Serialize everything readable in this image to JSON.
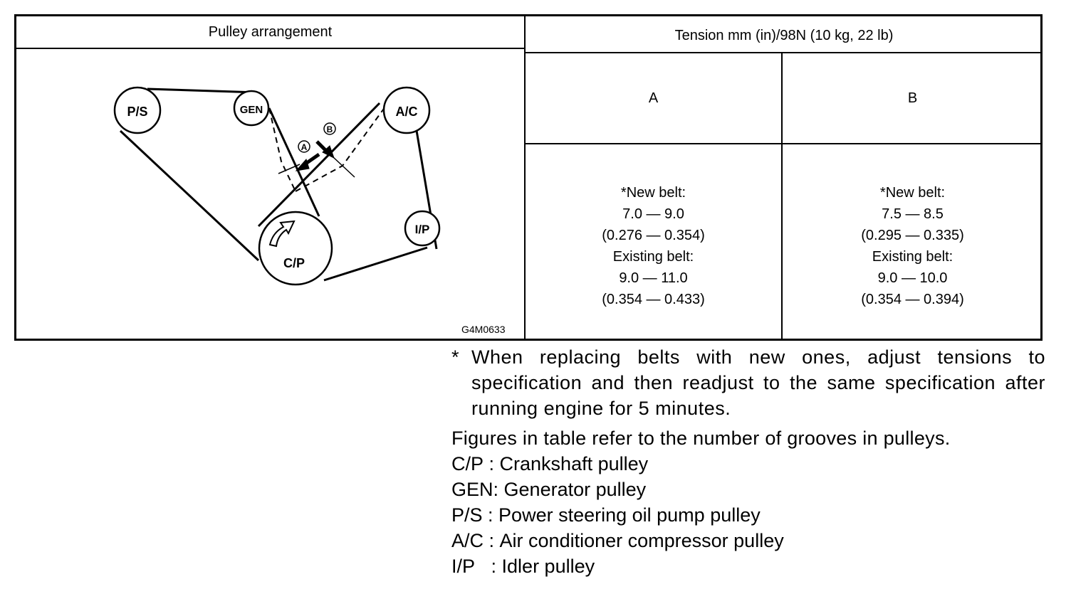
{
  "table": {
    "left_header": "Pulley arrangement",
    "right_header": "Tension mm (in)/98N (10 kg, 22 lb)",
    "col_a": "A",
    "col_b": "B",
    "figure_id": "G4M0633",
    "a_values": [
      "*New belt:",
      "7.0 — 9.0",
      "(0.276 — 0.354)",
      "Existing belt:",
      "9.0 — 11.0",
      "(0.354 — 0.433)"
    ],
    "b_values": [
      "*New belt:",
      "7.5 — 8.5",
      "(0.295 — 0.335)",
      "Existing belt:",
      "9.0 — 10.0",
      "(0.354 — 0.394)"
    ]
  },
  "diagram": {
    "pulleys": {
      "ps": "P/S",
      "gen": "GEN",
      "ac": "A/C",
      "ip": "I/P",
      "cp": "C/P"
    },
    "markers": {
      "a": "A",
      "b": "B"
    },
    "icons": [
      "rotation-arrow-icon",
      "push-arrow-icon"
    ]
  },
  "notes": {
    "star_mark": "*",
    "star_note": "When replacing belts with new ones, adjust tensions to specification and then readjust to the same specification after running engine for 5 minutes.",
    "intro": "Figures in table refer to the number of grooves in pulleys.",
    "legend": [
      {
        "abbr": "C/P",
        "sep": " : ",
        "desc": "Crankshaft pulley"
      },
      {
        "abbr": "GEN",
        "sep": ": ",
        "desc": "Generator pulley"
      },
      {
        "abbr": "P/S",
        "sep": " : ",
        "desc": "Power steering oil pump pulley"
      },
      {
        "abbr": "A/C",
        "sep": " : ",
        "desc": "Air conditioner compressor pulley"
      },
      {
        "abbr": "I/P",
        "sep": "   : ",
        "desc": "Idler pulley"
      }
    ]
  }
}
